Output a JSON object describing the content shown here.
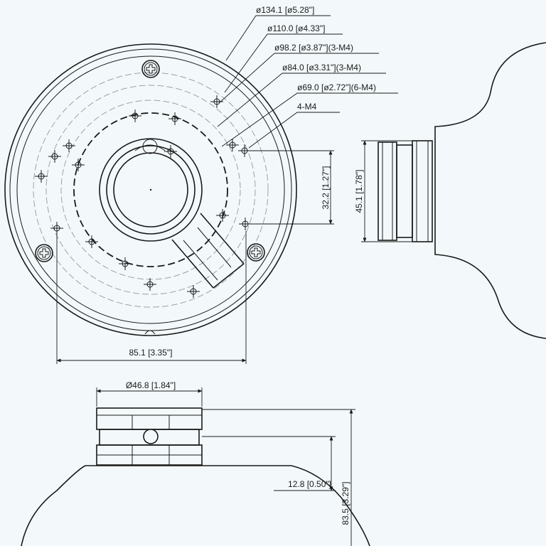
{
  "top_view": {
    "callouts": [
      "ø134.1 [ø5.28\"]",
      "ø110.0 [ø4.33\"]",
      "ø98.2 [ø3.87\"](3-M4)",
      "ø84.0 [ø3.31\"](3-M4)",
      "ø69.0 [ø2.72\"](6-M4)",
      "4-M4"
    ],
    "dim_width": "85.1 [3.35\"]",
    "dim_height": "32.2 [1.27\"]"
  },
  "side_view": {
    "dim_height": "45.1 [1.78\"]"
  },
  "front_view": {
    "dim_diameter": "Ø46.8 [1.84\"]",
    "dim_step": "12.8 [0.50\"]",
    "dim_total": "83.5 [3.29\"]"
  }
}
